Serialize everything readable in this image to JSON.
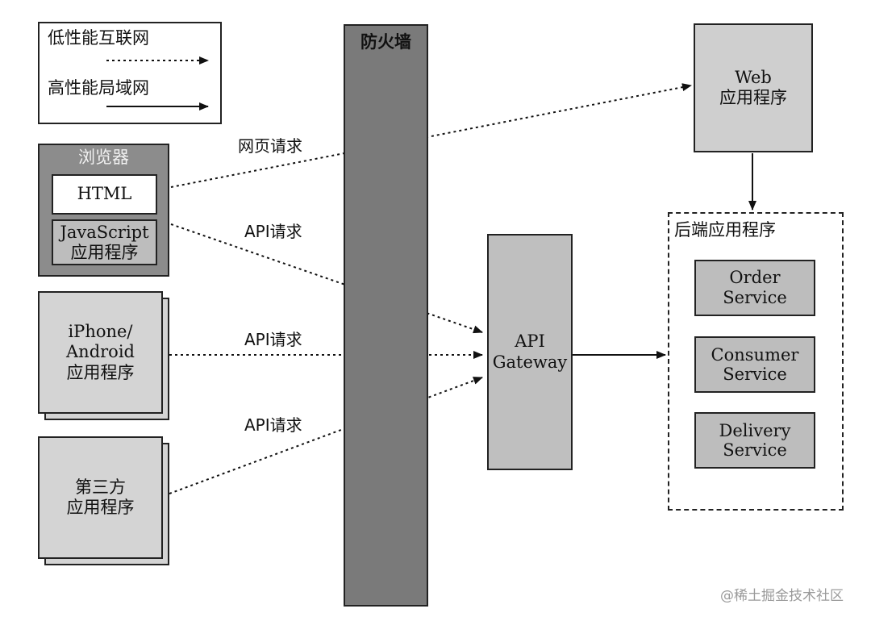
{
  "legend": {
    "low_perf": "低性能互联网",
    "high_perf": "高性能局域网"
  },
  "firewall": {
    "label": "防火墙"
  },
  "clients": {
    "browser": {
      "title": "浏览器",
      "html": "HTML",
      "js_line1": "JavaScript",
      "js_line2": "应用程序"
    },
    "mobile": {
      "line1": "iPhone/",
      "line2": "Android",
      "line3": "应用程序"
    },
    "third_party": {
      "line1": "第三方",
      "line2": "应用程序"
    }
  },
  "requests": {
    "web_page": "网页请求",
    "api_1": "API请求",
    "api_2": "API请求",
    "api_3": "API请求"
  },
  "gateway": {
    "line1": "API",
    "line2": "Gateway"
  },
  "web_app": {
    "line1": "Web",
    "line2": "应用程序"
  },
  "backend": {
    "title": "后端应用程序",
    "services": [
      {
        "line1": "Order Service",
        "line2": ""
      },
      {
        "line1": "Consumer",
        "line2": "Service"
      },
      {
        "line1": "Delivery",
        "line2": "Service"
      }
    ]
  },
  "watermark": "@稀土掘金技术社区",
  "colors": {
    "firewall": "#7a7a7a",
    "browser_box": "#8c8c8c",
    "client_box": "#d4d4d4",
    "gateway": "#bfbfbf",
    "web_app": "#cfcfcf",
    "service": "#bdbdbd"
  }
}
